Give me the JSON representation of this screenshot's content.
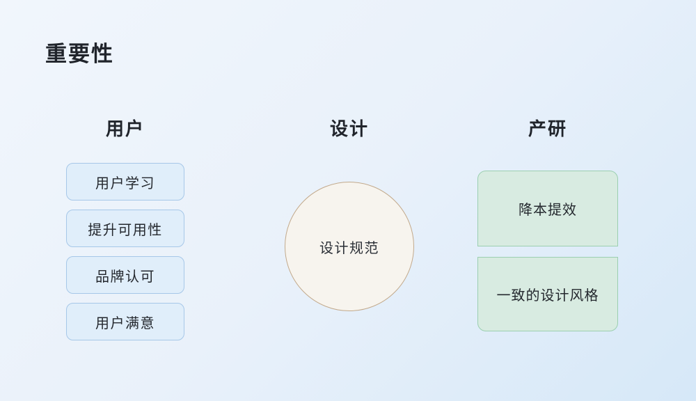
{
  "slide": {
    "title": "重要性"
  },
  "columns": {
    "users": {
      "header": "用户",
      "items": [
        "用户学习",
        "提升可用性",
        "品牌认可",
        "用户满意"
      ]
    },
    "design": {
      "header": "设计",
      "circle": "设计规范"
    },
    "product": {
      "header": "产研",
      "items": [
        "降本提效",
        "一致的设计风格"
      ]
    }
  },
  "colors": {
    "background_start": "#f1f6fc",
    "background_end": "#d6e8f8",
    "blue_box_fill": "#e0eefa",
    "blue_box_border": "#a6c7e8",
    "green_box_fill": "#d8ebe1",
    "green_box_border": "#9bcfb0",
    "circle_fill": "#f7f4ee",
    "circle_border": "#c2a98b",
    "heading_text": "#20242b",
    "body_text": "#24282e"
  }
}
